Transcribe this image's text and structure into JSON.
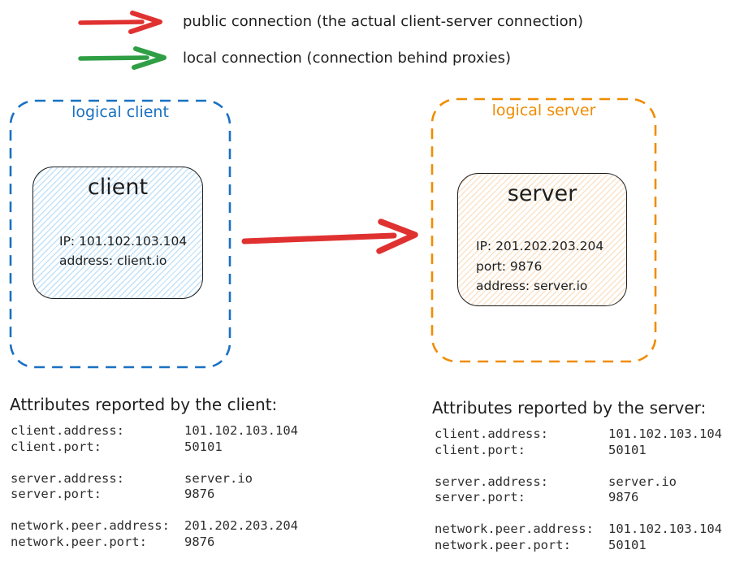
{
  "legend": {
    "items": [
      {
        "name": "public-connection",
        "label": "public connection (the actual client-server connection)",
        "arrow_color": "#e03131"
      },
      {
        "name": "local-connection",
        "label": "local connection (connection behind proxies)",
        "arrow_color": "#2f9e44"
      }
    ]
  },
  "diagram": {
    "logical_client": {
      "label": "logical client",
      "accent": "#1971c2",
      "node": {
        "title": "client",
        "lines": [
          "IP: 101.102.103.104",
          "address: client.io"
        ]
      }
    },
    "logical_server": {
      "label": "logical server",
      "accent": "#f08c00",
      "node": {
        "title": "server",
        "lines": [
          "IP: 201.202.203.204",
          "port: 9876",
          "address: server.io"
        ]
      }
    },
    "connection_arrow_color": "#e03131"
  },
  "attributes": {
    "client": {
      "heading": "Attributes reported by the client:",
      "groups": [
        [
          {
            "key": "client.address:",
            "value": "101.102.103.104"
          },
          {
            "key": "client.port:",
            "value": "50101"
          }
        ],
        [
          {
            "key": "server.address:",
            "value": "server.io"
          },
          {
            "key": "server.port:",
            "value": "9876"
          }
        ],
        [
          {
            "key": "network.peer.address:",
            "value": "201.202.203.204"
          },
          {
            "key": "network.peer.port:",
            "value": "9876"
          }
        ]
      ]
    },
    "server": {
      "heading": "Attributes reported by the server:",
      "groups": [
        [
          {
            "key": "client.address:",
            "value": "101.102.103.104"
          },
          {
            "key": "client.port:",
            "value": "50101"
          }
        ],
        [
          {
            "key": "server.address:",
            "value": "server.io"
          },
          {
            "key": "server.port:",
            "value": "9876"
          }
        ],
        [
          {
            "key": "network.peer.address:",
            "value": "101.102.103.104"
          },
          {
            "key": "network.peer.port:",
            "value": "50101"
          }
        ]
      ]
    }
  }
}
